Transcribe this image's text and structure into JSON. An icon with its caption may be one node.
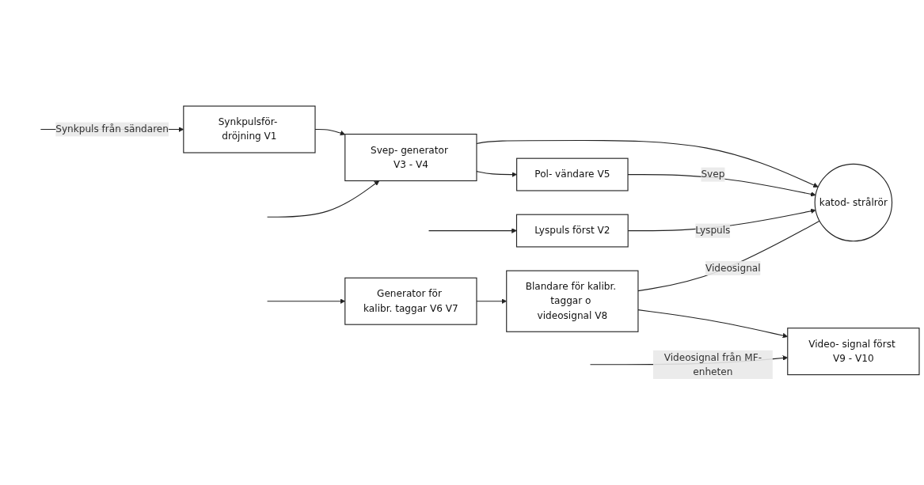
{
  "diagram": {
    "nodes": [
      {
        "text": [
          "Synkpulsför- dröjning V1"
        ]
      },
      {
        "text": [
          "Svep- generator V3 - V4"
        ]
      },
      {
        "text": [
          "Pol- vändare V5"
        ]
      },
      {
        "text": [
          "Lyspuls först V2"
        ]
      },
      {
        "text": [
          "Generator för kalibr. taggar V6 V7"
        ]
      },
      {
        "text": [
          "Blandare för kalibr. taggar o videosignal V8"
        ]
      },
      {
        "text": [
          "Video- signal först V9 - V10"
        ]
      },
      {
        "text": [
          "katod- strålrör"
        ]
      }
    ],
    "edges": [
      {
        "from": null,
        "to": 0,
        "arrow": "to",
        "label": "Synkpuls från sändaren"
      },
      {
        "from": 0,
        "to": 1,
        "arrow": "to"
      },
      {
        "from": 1,
        "to": 2,
        "arrow": "to"
      },
      {
        "from": 4,
        "to": 5,
        "arrow": "to"
      },
      {
        "from": 5,
        "to": 6,
        "arrow": "to"
      },
      {
        "from": null,
        "to": 6,
        "arrow": "to",
        "label": "Videosignal från MF-enheten"
      },
      {
        "from": null,
        "to": 1,
        "arrow": "to"
      },
      {
        "from": null,
        "to": 3,
        "arrow": "to"
      },
      {
        "from": null,
        "to": 4,
        "arrow": "to"
      },
      {
        "from": 1,
        "to": 7,
        "arrow": "to"
      },
      {
        "from": 2,
        "to": 7,
        "arrow": "to",
        "label": "Svep"
      },
      {
        "from": 3,
        "to": 7,
        "arrow": "to",
        "label": "Lyspuls"
      },
      {
        "from": 5,
        "to": 7,
        "arrow": "none",
        "label": "Videosignal"
      }
    ]
  }
}
